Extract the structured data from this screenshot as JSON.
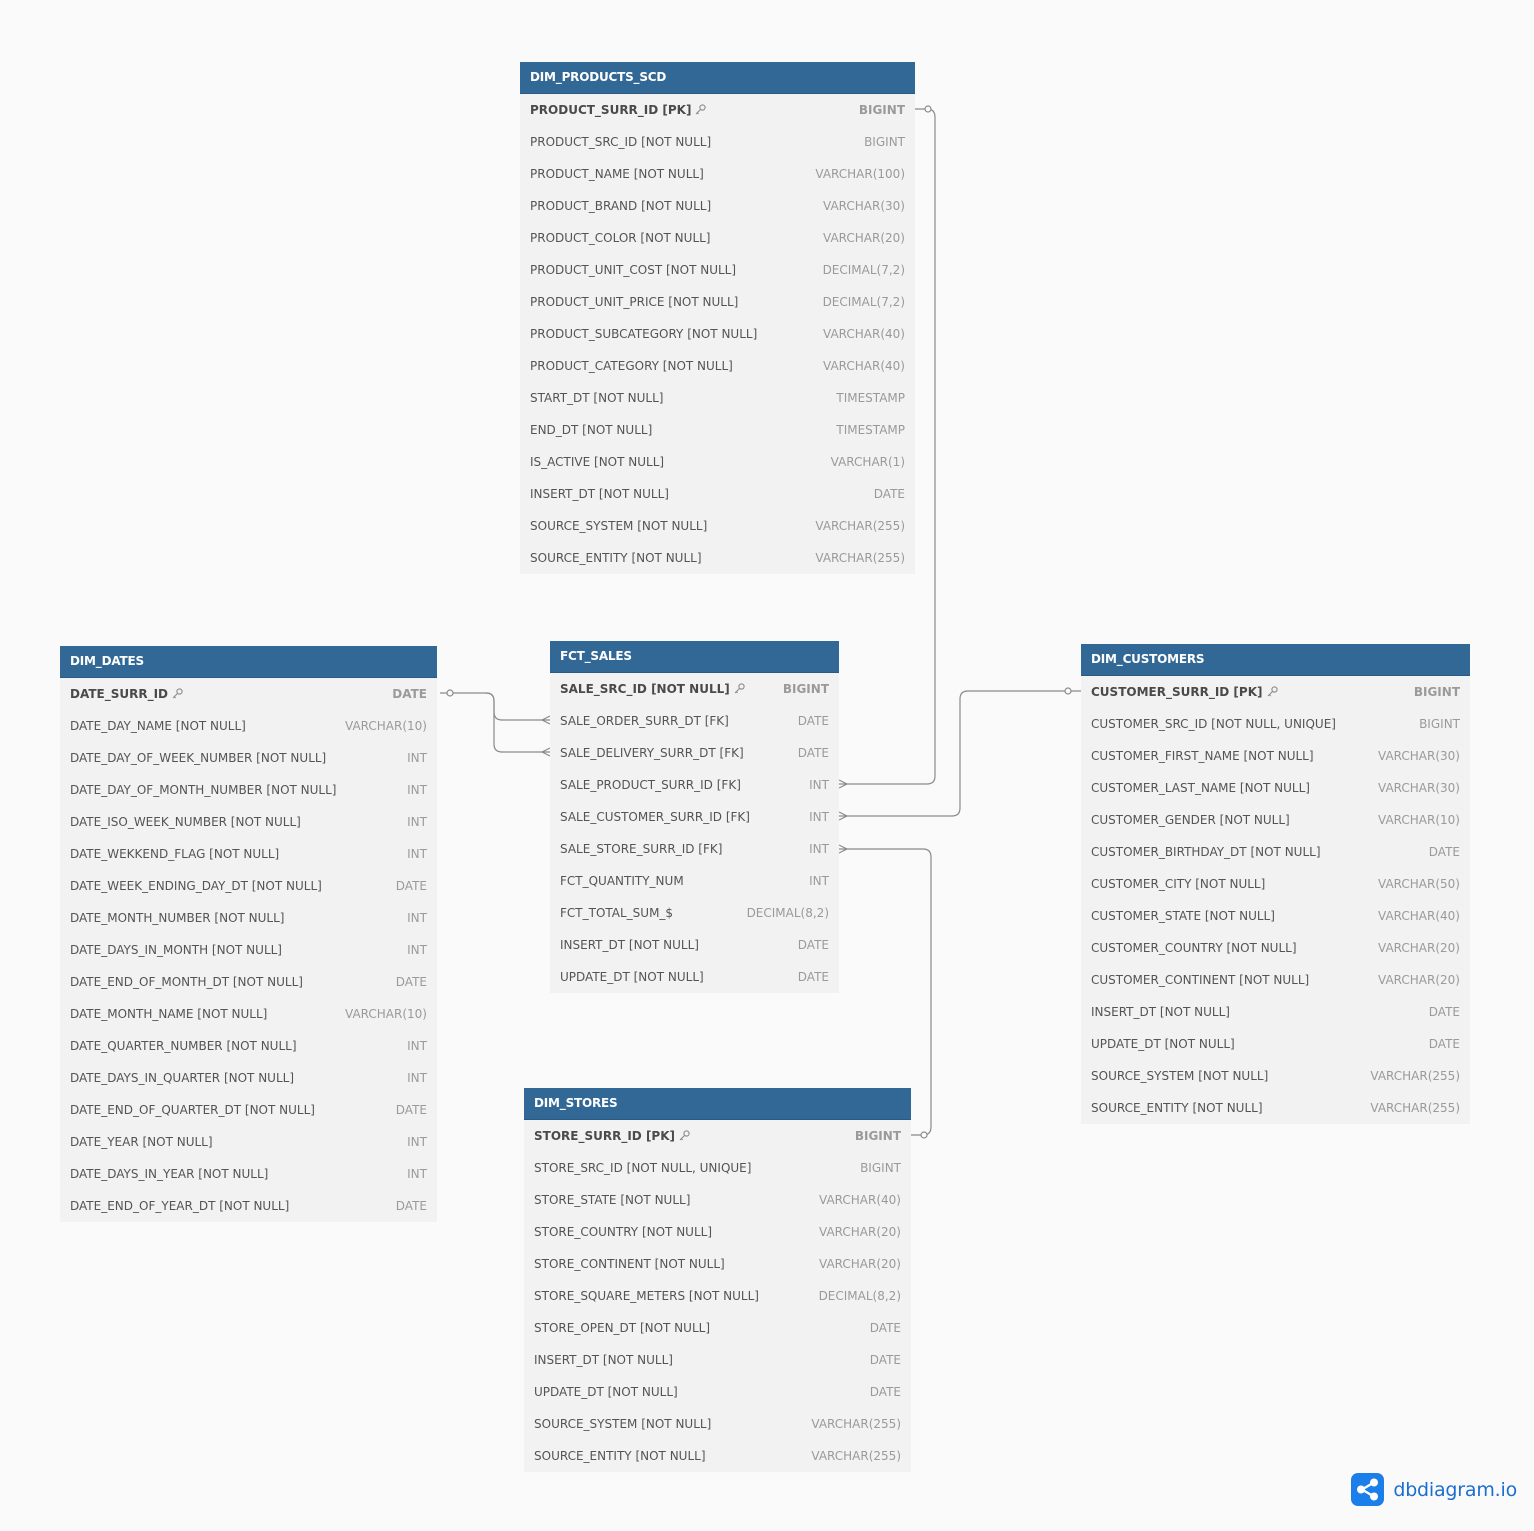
{
  "tables": [
    {
      "id": "dim_products_scd",
      "name": "DIM_PRODUCTS_SCD",
      "columns": [
        {
          "name": "PRODUCT_SURR_ID [PK]",
          "type": "BIGINT",
          "pk": true
        },
        {
          "name": "PRODUCT_SRC_ID [NOT NULL]",
          "type": "BIGINT"
        },
        {
          "name": "PRODUCT_NAME [NOT NULL]",
          "type": "VARCHAR(100)"
        },
        {
          "name": "PRODUCT_BRAND [NOT NULL]",
          "type": "VARCHAR(30)"
        },
        {
          "name": "PRODUCT_COLOR [NOT NULL]",
          "type": "VARCHAR(20)"
        },
        {
          "name": "PRODUCT_UNIT_COST [NOT NULL]",
          "type": "DECIMAL(7,2)"
        },
        {
          "name": "PRODUCT_UNIT_PRICE [NOT NULL]",
          "type": "DECIMAL(7,2)"
        },
        {
          "name": "PRODUCT_SUBCATEGORY [NOT NULL]",
          "type": "VARCHAR(40)"
        },
        {
          "name": "PRODUCT_CATEGORY [NOT NULL]",
          "type": "VARCHAR(40)"
        },
        {
          "name": "START_DT [NOT NULL]",
          "type": "TIMESTAMP"
        },
        {
          "name": "END_DT [NOT NULL]",
          "type": "TIMESTAMP"
        },
        {
          "name": "IS_ACTIVE [NOT NULL]",
          "type": "VARCHAR(1)"
        },
        {
          "name": "INSERT_DT [NOT NULL]",
          "type": "DATE"
        },
        {
          "name": "SOURCE_SYSTEM [NOT NULL]",
          "type": "VARCHAR(255)"
        },
        {
          "name": "SOURCE_ENTITY [NOT NULL]",
          "type": "VARCHAR(255)"
        }
      ]
    },
    {
      "id": "dim_dates",
      "name": "DIM_DATES",
      "columns": [
        {
          "name": "DATE_SURR_ID",
          "type": "DATE",
          "pk": true
        },
        {
          "name": "DATE_DAY_NAME [NOT NULL]",
          "type": "VARCHAR(10)"
        },
        {
          "name": "DATE_DAY_OF_WEEK_NUMBER [NOT NULL]",
          "type": "INT"
        },
        {
          "name": "DATE_DAY_OF_MONTH_NUMBER [NOT NULL]",
          "type": "INT"
        },
        {
          "name": "DATE_ISO_WEEK_NUMBER [NOT NULL]",
          "type": "INT"
        },
        {
          "name": "DATE_WEKKEND_FLAG [NOT NULL]",
          "type": "INT"
        },
        {
          "name": "DATE_WEEK_ENDING_DAY_DT [NOT NULL]",
          "type": "DATE"
        },
        {
          "name": "DATE_MONTH_NUMBER [NOT NULL]",
          "type": "INT"
        },
        {
          "name": "DATE_DAYS_IN_MONTH [NOT NULL]",
          "type": "INT"
        },
        {
          "name": "DATE_END_OF_MONTH_DT [NOT NULL]",
          "type": "DATE"
        },
        {
          "name": "DATE_MONTH_NAME [NOT NULL]",
          "type": "VARCHAR(10)"
        },
        {
          "name": "DATE_QUARTER_NUMBER [NOT NULL]",
          "type": "INT"
        },
        {
          "name": "DATE_DAYS_IN_QUARTER [NOT NULL]",
          "type": "INT"
        },
        {
          "name": "DATE_END_OF_QUARTER_DT [NOT NULL]",
          "type": "DATE"
        },
        {
          "name": "DATE_YEAR [NOT NULL]",
          "type": "INT"
        },
        {
          "name": "DATE_DAYS_IN_YEAR [NOT NULL]",
          "type": "INT"
        },
        {
          "name": "DATE_END_OF_YEAR_DT [NOT NULL]",
          "type": "DATE"
        }
      ]
    },
    {
      "id": "fct_sales",
      "name": "FCT_SALES",
      "columns": [
        {
          "name": "SALE_SRC_ID [NOT NULL]",
          "type": "BIGINT",
          "pk": true
        },
        {
          "name": "SALE_ORDER_SURR_DT [FK]",
          "type": "DATE"
        },
        {
          "name": "SALE_DELIVERY_SURR_DT [FK]",
          "type": "DATE"
        },
        {
          "name": "SALE_PRODUCT_SURR_ID [FK]",
          "type": "INT"
        },
        {
          "name": "SALE_CUSTOMER_SURR_ID [FK]",
          "type": "INT"
        },
        {
          "name": "SALE_STORE_SURR_ID [FK]",
          "type": "INT"
        },
        {
          "name": "FCT_QUANTITY_NUM",
          "type": "INT"
        },
        {
          "name": "FCT_TOTAL_SUM_$",
          "type": "DECIMAL(8,2)"
        },
        {
          "name": "INSERT_DT [NOT NULL]",
          "type": "DATE"
        },
        {
          "name": "UPDATE_DT [NOT NULL]",
          "type": "DATE"
        }
      ]
    },
    {
      "id": "dim_customers",
      "name": "DIM_CUSTOMERS",
      "columns": [
        {
          "name": "CUSTOMER_SURR_ID [PK]",
          "type": "BIGINT",
          "pk": true
        },
        {
          "name": "CUSTOMER_SRC_ID [NOT NULL, UNIQUE]",
          "type": "BIGINT"
        },
        {
          "name": "CUSTOMER_FIRST_NAME [NOT NULL]",
          "type": "VARCHAR(30)"
        },
        {
          "name": "CUSTOMER_LAST_NAME [NOT NULL]",
          "type": "VARCHAR(30)"
        },
        {
          "name": "CUSTOMER_GENDER [NOT NULL]",
          "type": "VARCHAR(10)"
        },
        {
          "name": "CUSTOMER_BIRTHDAY_DT [NOT NULL]",
          "type": "DATE"
        },
        {
          "name": "CUSTOMER_CITY [NOT NULL]",
          "type": "VARCHAR(50)"
        },
        {
          "name": "CUSTOMER_STATE [NOT NULL]",
          "type": "VARCHAR(40)"
        },
        {
          "name": "CUSTOMER_COUNTRY [NOT NULL]",
          "type": "VARCHAR(20)"
        },
        {
          "name": "CUSTOMER_CONTINENT [NOT NULL]",
          "type": "VARCHAR(20)"
        },
        {
          "name": "INSERT_DT [NOT NULL]",
          "type": "DATE"
        },
        {
          "name": "UPDATE_DT [NOT NULL]",
          "type": "DATE"
        },
        {
          "name": "SOURCE_SYSTEM [NOT NULL]",
          "type": "VARCHAR(255)"
        },
        {
          "name": "SOURCE_ENTITY [NOT NULL]",
          "type": "VARCHAR(255)"
        }
      ]
    },
    {
      "id": "dim_stores",
      "name": "DIM_STORES",
      "columns": [
        {
          "name": "STORE_SURR_ID [PK]",
          "type": "BIGINT",
          "pk": true
        },
        {
          "name": "STORE_SRC_ID [NOT NULL, UNIQUE]",
          "type": "BIGINT"
        },
        {
          "name": "STORE_STATE [NOT NULL]",
          "type": "VARCHAR(40)"
        },
        {
          "name": "STORE_COUNTRY [NOT NULL]",
          "type": "VARCHAR(20)"
        },
        {
          "name": "STORE_CONTINENT [NOT NULL]",
          "type": "VARCHAR(20)"
        },
        {
          "name": "STORE_SQUARE_METERS [NOT NULL]",
          "type": "DECIMAL(8,2)"
        },
        {
          "name": "STORE_OPEN_DT [NOT NULL]",
          "type": "DATE"
        },
        {
          "name": "INSERT_DT [NOT NULL]",
          "type": "DATE"
        },
        {
          "name": "UPDATE_DT [NOT NULL]",
          "type": "DATE"
        },
        {
          "name": "SOURCE_SYSTEM [NOT NULL]",
          "type": "VARCHAR(255)"
        },
        {
          "name": "SOURCE_ENTITY [NOT NULL]",
          "type": "VARCHAR(255)"
        }
      ]
    }
  ],
  "relationships": [
    {
      "from": "fct_sales.SALE_ORDER_SURR_DT",
      "to": "dim_dates.DATE_SURR_ID",
      "cardinality": "many-to-one"
    },
    {
      "from": "fct_sales.SALE_DELIVERY_SURR_DT",
      "to": "dim_dates.DATE_SURR_ID",
      "cardinality": "many-to-one"
    },
    {
      "from": "fct_sales.SALE_PRODUCT_SURR_ID",
      "to": "dim_products_scd.PRODUCT_SURR_ID",
      "cardinality": "many-to-one"
    },
    {
      "from": "fct_sales.SALE_CUSTOMER_SURR_ID",
      "to": "dim_customers.CUSTOMER_SURR_ID",
      "cardinality": "many-to-one"
    },
    {
      "from": "fct_sales.SALE_STORE_SURR_ID",
      "to": "dim_stores.STORE_SURR_ID",
      "cardinality": "many-to-one"
    }
  ],
  "brand": {
    "text": "dbdiagram.io",
    "icon": "share-nodes-icon",
    "color": "#1c7ee8"
  },
  "colors": {
    "header": "#316896",
    "table_bg": "#f2f2f2",
    "line": "#8a8a8a",
    "canvas": "#fafafa"
  }
}
